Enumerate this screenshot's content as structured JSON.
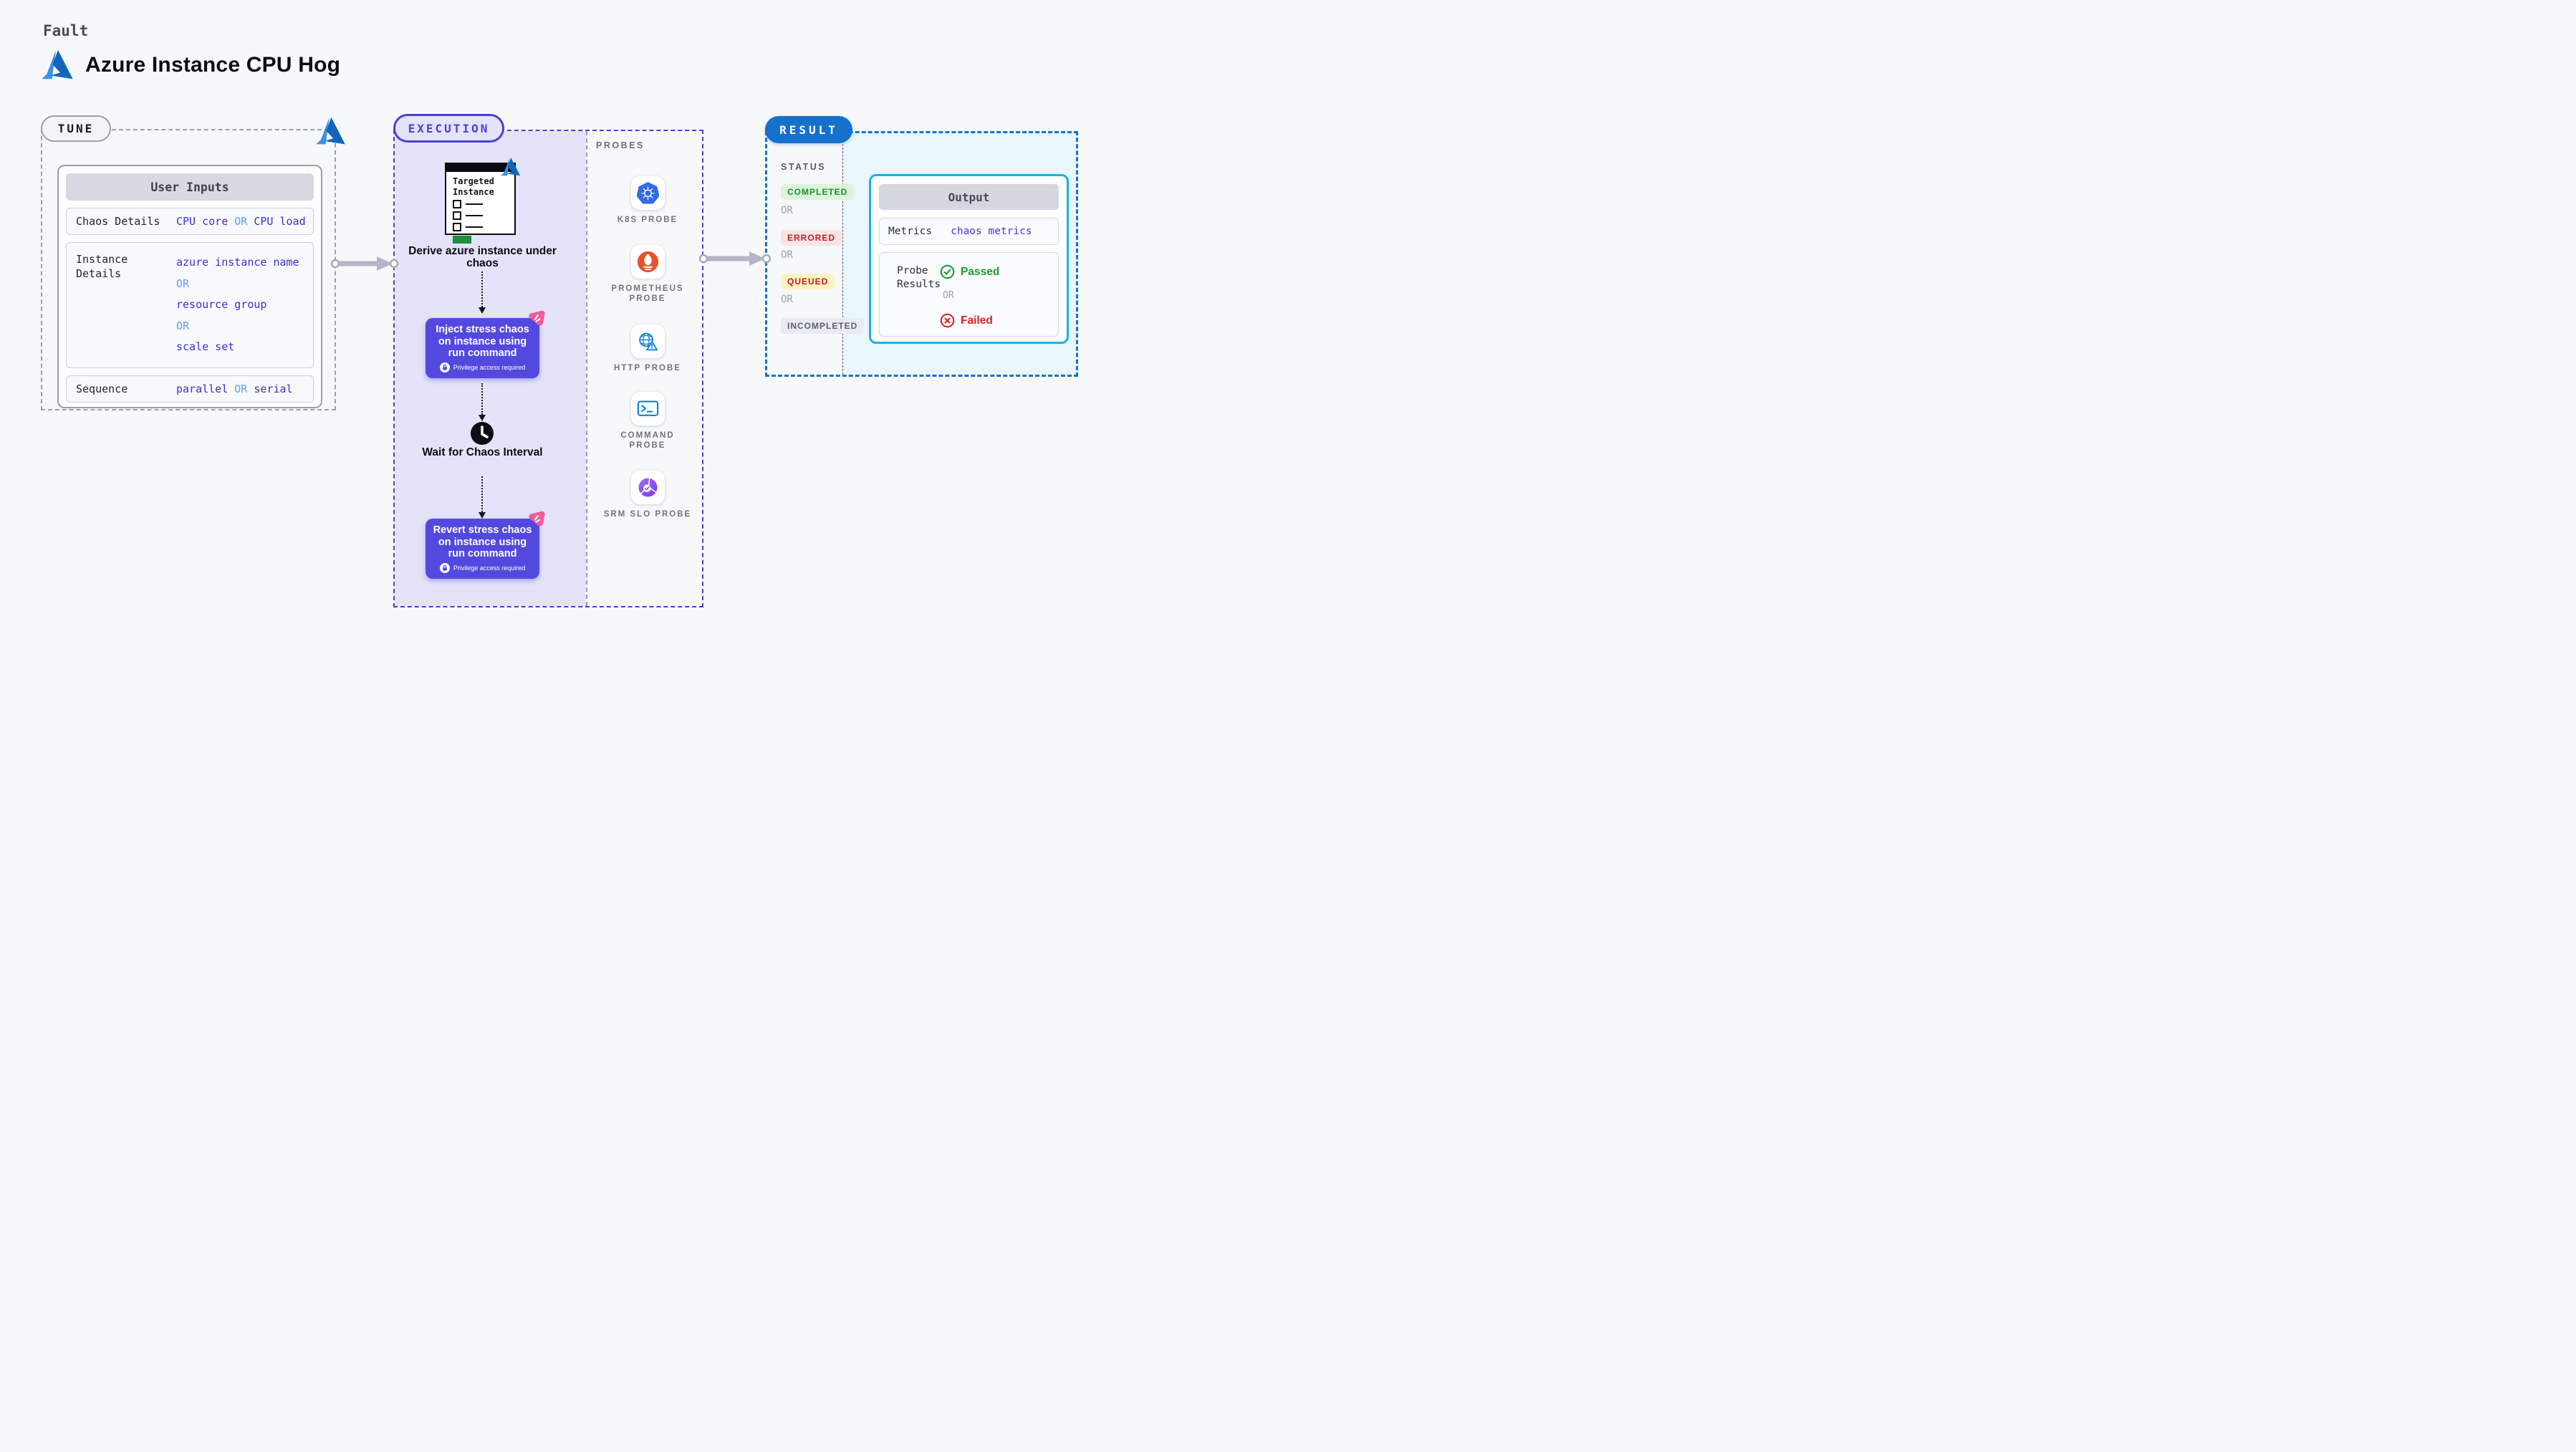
{
  "colors": {
    "page_bg": "#f7f8fa",
    "azure_blue_light": "#3794e4",
    "azure_blue_dark": "#1166bb",
    "indigo_accent": "#4b41d6",
    "indigo_node": "#5349de",
    "lavender_panel": "#e4e3f9",
    "litmus_pink": "#ef5d96",
    "result_blue": "#1472cd",
    "output_border_cyan": "#16b2e9",
    "passed_green": "#1e9b30",
    "failed_red": "#da2121",
    "k8s_blue": "#326ce5",
    "prometheus_orange": "#e6522c",
    "srm_purple": "#8b5cf6"
  },
  "header": {
    "eyebrow": "Fault",
    "title": "Azure Instance CPU Hog"
  },
  "tune": {
    "badge": "TUNE",
    "card": {
      "header": "User Inputs",
      "chaos": {
        "label": "Chaos Details",
        "v1": "CPU core",
        "or1": "OR",
        "v2": "CPU load"
      },
      "instance": {
        "label": "Instance Details",
        "v1": "azure instance name",
        "or1": "OR",
        "v2": "resource group",
        "or2": "OR",
        "v3": "scale set"
      },
      "sequence": {
        "label": "Sequence",
        "v1": "parallel",
        "or1": "OR",
        "v2": "serial"
      }
    }
  },
  "execution": {
    "badge": "EXECUTION",
    "window": {
      "title_l1": "Targeted",
      "title_l2": "Instance"
    },
    "derive_label": "Derive azure instance under chaos",
    "inject": {
      "label": "Inject stress chaos on instance using run command",
      "privilege": "Privilege access required"
    },
    "wait_label": "Wait for Chaos Interval",
    "revert": {
      "label": "Revert stress chaos on instance using run command",
      "privilege": "Privilege access required"
    }
  },
  "probes": {
    "title": "PROBES",
    "items": [
      {
        "icon": "kubernetes-icon",
        "label": "K8S PROBE"
      },
      {
        "icon": "prometheus-icon",
        "label": "PROMETHEUS PROBE"
      },
      {
        "icon": "http-globe-icon",
        "label": "HTTP PROBE"
      },
      {
        "icon": "terminal-icon",
        "label": "COMMAND PROBE"
      },
      {
        "icon": "srm-slo-icon",
        "label": "SRM SLO PROBE"
      }
    ]
  },
  "result": {
    "badge": "RESULT",
    "status": {
      "title": "STATUS",
      "completed": "COMPLETED",
      "or1": "OR",
      "errored": "ERRORED",
      "or2": "OR",
      "queued": "QUEUED",
      "or3": "OR",
      "incompleted": "INCOMPLETED"
    },
    "output": {
      "header": "Output",
      "metrics_label": "Metrics",
      "metrics_value": "chaos metrics",
      "probe_results_label": "Probe Results",
      "passed": "Passed",
      "or": "OR",
      "failed": "Failed"
    }
  }
}
